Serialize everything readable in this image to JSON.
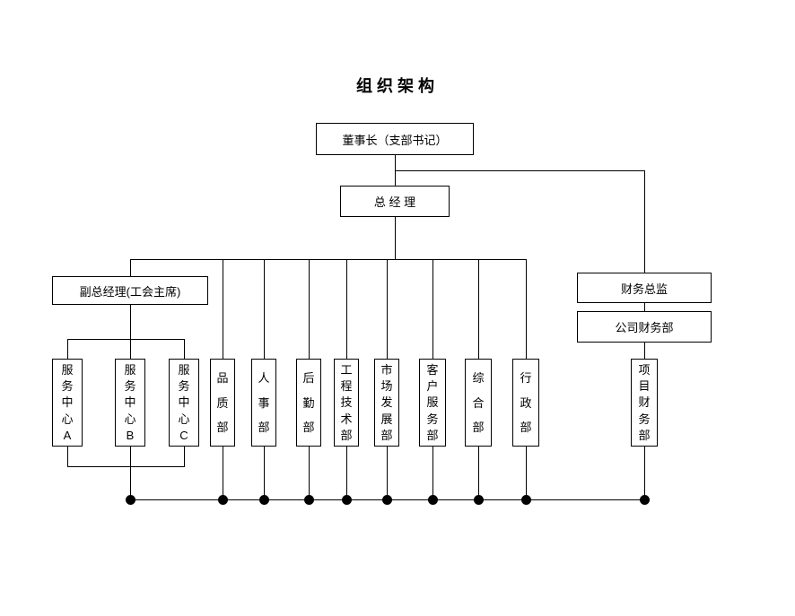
{
  "title": "组织架构",
  "colors": {
    "line": "#000000",
    "background": "#ffffff",
    "box_border": "#000000",
    "text": "#000000"
  },
  "nodes": {
    "chairman": "董事长（支部书记）",
    "general_manager": "总 经 理",
    "deputy_gm": "副总经理(工会主席)",
    "finance_director": "财务总监",
    "company_finance_dept": "公司财务部",
    "service_center_a": "服务中心A",
    "service_center_b": "服务中心B",
    "service_center_c": "服务中心C",
    "quality_dept": "品质部",
    "hr_dept": "人事部",
    "logistics_dept": "后勤部",
    "engineering_tech_dept": "工程技术部",
    "market_dev_dept": "市场发展部",
    "customer_service_dept": "客户服务部",
    "general_affairs_dept": "综合部",
    "admin_dept": "行政部",
    "project_finance_dept": "项目财务部"
  }
}
